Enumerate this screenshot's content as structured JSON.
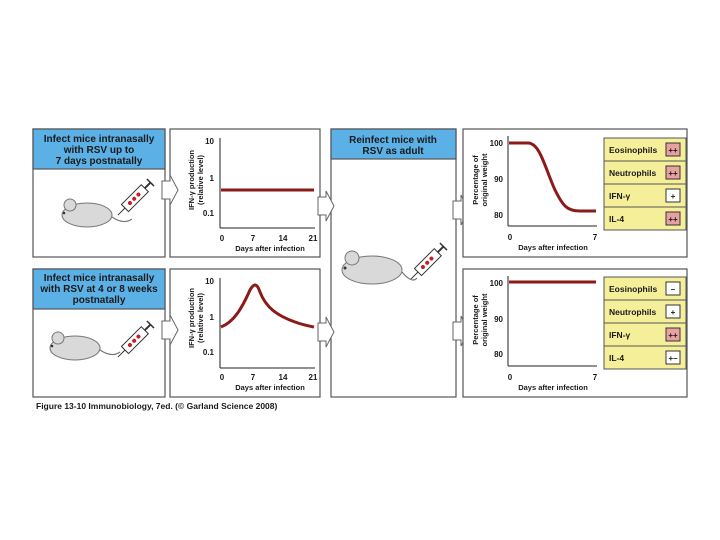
{
  "colors": {
    "header_fill": "#5bb0e6",
    "panel_border": "#555555",
    "curve": "#8b1a1a",
    "legend_fill": "#f6ef9a",
    "sign_fill": "#e8a0a0",
    "mouse": "#d9d9d9"
  },
  "panels": {
    "top_left_header": [
      "Infect mice intranasally",
      "with RSV up to",
      "7 days postnatally"
    ],
    "bottom_left_header": [
      "Infect mice intranasally",
      "with RSV at 4 or 8 weeks",
      "postnatally"
    ],
    "middle_header": [
      "Reinfect mice with",
      "RSV as adult"
    ]
  },
  "ifn_charts": {
    "ylabel": [
      "IFN-γ production",
      "(relative level)"
    ],
    "xlabel": "Days after infection",
    "yticks": [
      "10",
      "1",
      "0.1"
    ],
    "xticks": [
      "0",
      "7",
      "14",
      "21"
    ]
  },
  "weight_charts": {
    "ylabel": [
      "Percentage of",
      "original weight"
    ],
    "xlabel": "Days after infection",
    "yticks": [
      "100",
      "90",
      "80"
    ],
    "xticks": [
      "0",
      "7"
    ]
  },
  "legends": {
    "top": [
      {
        "label": "Eosinophils",
        "sign": "++",
        "highlight": true
      },
      {
        "label": "Neutrophils",
        "sign": "++",
        "highlight": true
      },
      {
        "label": "IFN-γ",
        "sign": "+",
        "highlight": false
      },
      {
        "label": "IL-4",
        "sign": "++",
        "highlight": true
      }
    ],
    "bottom": [
      {
        "label": "Eosinophils",
        "sign": "–",
        "highlight": false
      },
      {
        "label": "Neutrophils",
        "sign": "+",
        "highlight": false
      },
      {
        "label": "IFN-γ",
        "sign": "++",
        "highlight": true
      },
      {
        "label": "IL-4",
        "sign": "+–",
        "highlight": false
      }
    ]
  },
  "caption": "Figure 13-10 Immunobiology, 7ed. (© Garland Science 2008)"
}
